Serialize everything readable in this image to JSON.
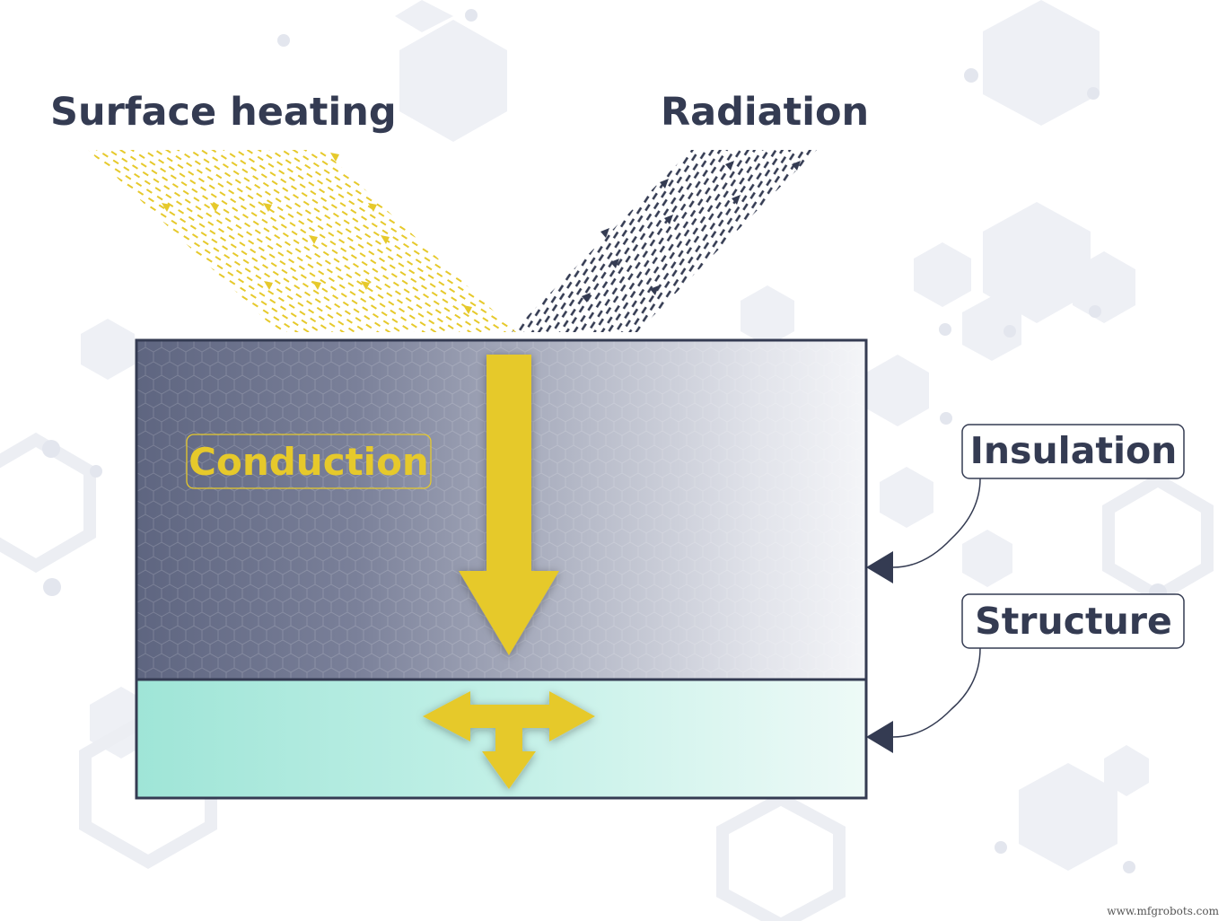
{
  "diagram": {
    "labels": {
      "surface_heating": "Surface heating",
      "radiation": "Radiation",
      "conduction": "Conduction",
      "insulation": "Insulation",
      "structure": "Structure"
    },
    "watermark": "www.mfgrobots.com"
  },
  "colors": {
    "text_dark": "#343b52",
    "heat_yellow": "#e6c92b",
    "radiation_dark": "#343b52",
    "insulation_dark": "#5f6680",
    "structure_teal": "#bff0e6",
    "background_hex": "#eef0f5"
  }
}
